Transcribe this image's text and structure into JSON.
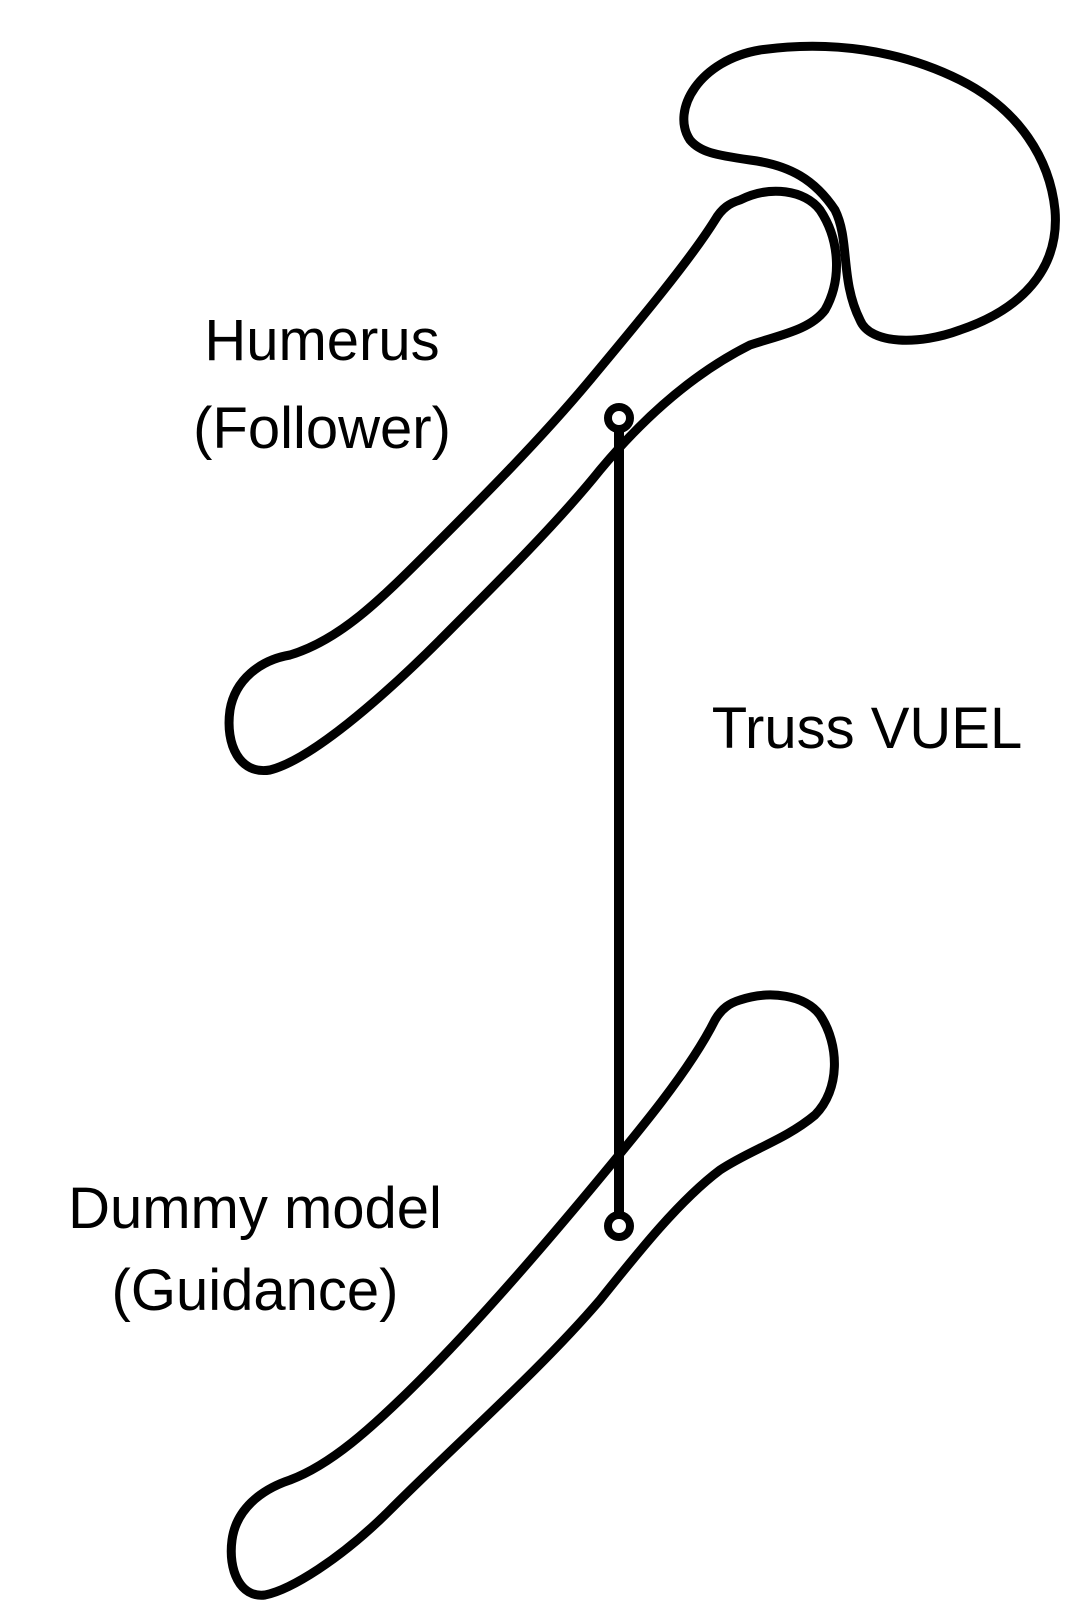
{
  "diagram": {
    "follower": {
      "name": "Humerus",
      "role": "(Follower)"
    },
    "element": {
      "label": "Truss VUEL"
    },
    "guidance": {
      "name": "Dummy model",
      "role": "(Guidance)"
    },
    "colors": {
      "stroke": "#000000",
      "background": "#ffffff"
    }
  }
}
